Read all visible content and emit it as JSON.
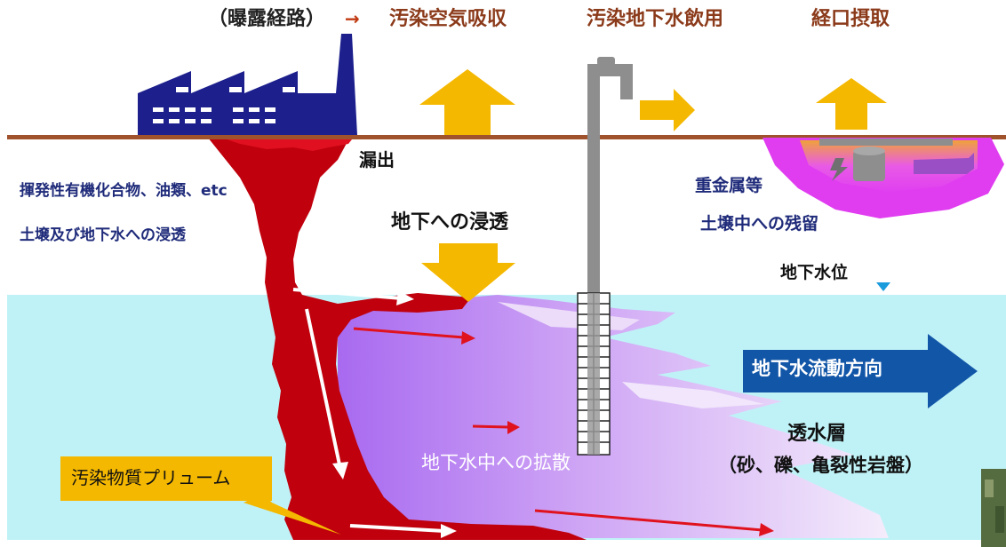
{
  "header": {
    "exposure_route": "（曝露経路）",
    "arrow_symbol": "→",
    "air": "汚染空気吸収",
    "groundwater_drinking": "汚染地下水飲用",
    "oral": "経口摂取"
  },
  "labels": {
    "leak": "漏出",
    "voc_line1": "揮発性有機化合物、油類、etc",
    "voc_line2": "土壌及び地下水への浸透",
    "infiltration": "地下への浸透",
    "metals_line1": "重金属等",
    "metals_line2": "土壌中への残留",
    "water_table": "地下水位",
    "flow_direction": "地下水流動方向",
    "aquifer_line1": "透水層",
    "aquifer_line2": "（砂、礫、亀裂性岩盤）",
    "diffusion": "地下水中への拡散",
    "plume": "汚染物質プリューム"
  },
  "colors": {
    "text_brown": "#8b3a1a",
    "text_navy": "#1f2b7a",
    "factory": "#1c1f8c",
    "ground_line": "#a0522d",
    "aquifer": "#bff2f7",
    "contaminant_red": "#c0000d",
    "plume_purple": "#b57cf0",
    "arrow_yellow": "#f5b800",
    "flow_arrow_blue": "#1256a8",
    "well_grey": "#8e8e8e",
    "magenta_zone": "#e03cf0"
  }
}
